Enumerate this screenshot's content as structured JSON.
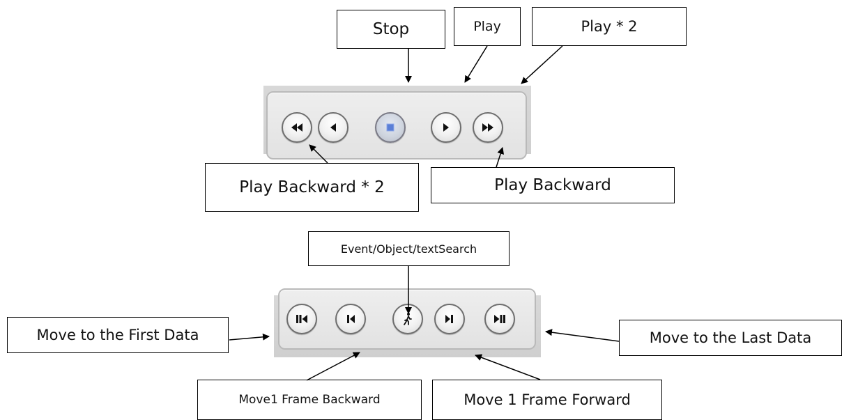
{
  "labels": {
    "stop": "Stop",
    "play": "Play",
    "play_x2": "Play * 2",
    "play_backward_x2": "Play Backward * 2",
    "play_backward": "Play Backward",
    "search": "Event/Object/textSearch",
    "first_data": "Move to the First Data",
    "last_data": "Move to the Last Data",
    "frame_backward": "Move1 Frame Backward",
    "frame_forward": "Move 1 Frame Forward"
  },
  "panels": {
    "playback": {
      "buttons": [
        {
          "id": "fast-rewind",
          "icon": "fast-rewind-icon"
        },
        {
          "id": "rewind",
          "icon": "reverse-play-icon"
        },
        {
          "id": "stop",
          "icon": "stop-icon"
        },
        {
          "id": "play",
          "icon": "play-icon"
        },
        {
          "id": "fast-forward",
          "icon": "fast-forward-icon"
        }
      ]
    },
    "navigation": {
      "buttons": [
        {
          "id": "first",
          "icon": "skip-to-first-icon"
        },
        {
          "id": "prev-frame",
          "icon": "previous-frame-icon"
        },
        {
          "id": "search",
          "icon": "walking-person-icon"
        },
        {
          "id": "next-frame",
          "icon": "next-frame-icon"
        },
        {
          "id": "last",
          "icon": "skip-to-last-icon"
        }
      ]
    }
  },
  "colors": {
    "stop_accent": "#5b7fd6"
  }
}
